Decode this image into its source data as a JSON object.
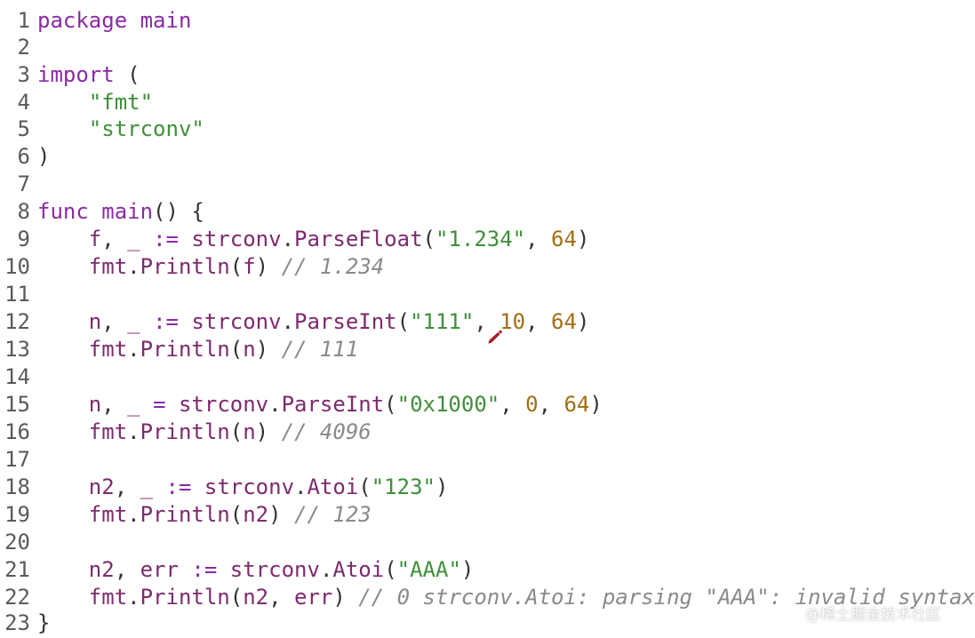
{
  "editor": {
    "lines": [
      {
        "n": "1",
        "t": "package main"
      },
      {
        "n": "2",
        "t": ""
      },
      {
        "n": "3",
        "t": "import ("
      },
      {
        "n": "4",
        "t": "    \"fmt\""
      },
      {
        "n": "5",
        "t": "    \"strconv\""
      },
      {
        "n": "6",
        "t": ")"
      },
      {
        "n": "7",
        "t": ""
      },
      {
        "n": "8",
        "t": "func main() {"
      },
      {
        "n": "9",
        "t": "    f, _ := strconv.ParseFloat(\"1.234\", 64)"
      },
      {
        "n": "10",
        "t": "    fmt.Println(f) // 1.234"
      },
      {
        "n": "11",
        "t": ""
      },
      {
        "n": "12",
        "t": "    n, _ := strconv.ParseInt(\"111\", 10, 64)"
      },
      {
        "n": "13",
        "t": "    fmt.Println(n) // 111"
      },
      {
        "n": "14",
        "t": ""
      },
      {
        "n": "15",
        "t": "    n, _ = strconv.ParseInt(\"0x1000\", 0, 64)"
      },
      {
        "n": "16",
        "t": "    fmt.Println(n) // 4096"
      },
      {
        "n": "17",
        "t": ""
      },
      {
        "n": "18",
        "t": "    n2, _ := strconv.Atoi(\"123\")"
      },
      {
        "n": "19",
        "t": "    fmt.Println(n2) // 123"
      },
      {
        "n": "20",
        "t": ""
      },
      {
        "n": "21",
        "t": "    n2, err := strconv.Atoi(\"AAA\")"
      },
      {
        "n": "22",
        "t": "    fmt.Println(n2, err) // 0 strconv.Atoi: parsing \"AAA\": invalid syntax"
      },
      {
        "n": "23",
        "t": "}"
      }
    ]
  },
  "watermark": "@稀土掘金技术社区",
  "colors": {
    "keyword": "#8b2aa5",
    "identifier": "#7d2a6e",
    "string": "#3f8f3a",
    "number": "#a36e12",
    "comment": "#8a8a8a",
    "line_number": "#5a5a5a",
    "background": "#ffffff"
  },
  "icons": {
    "cursor": "pencil-cursor-icon"
  }
}
